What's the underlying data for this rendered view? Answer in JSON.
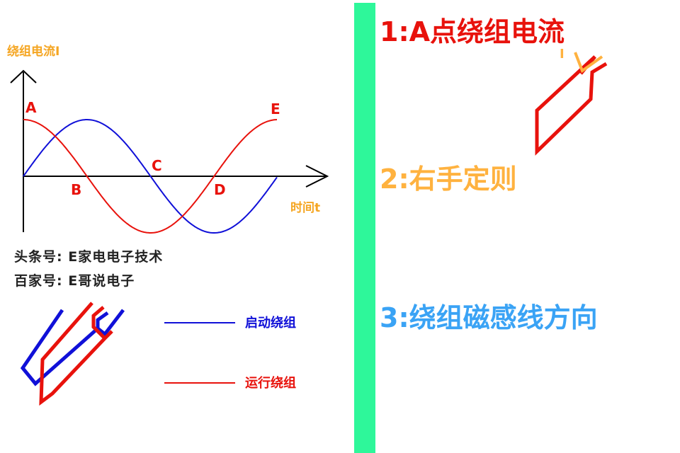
{
  "graph": {
    "ylabel": "绕组电流I",
    "xlabel": "时间t",
    "points": {
      "a": "A",
      "b": "B",
      "c": "C",
      "d": "D",
      "e": "E"
    }
  },
  "credits": {
    "line1": "头条号: E家电电子技术",
    "line2": "百家号: E哥说电子"
  },
  "legend": {
    "blue": "启动绕组",
    "red": "运行绕组"
  },
  "steps": {
    "one": "1:A点绕组电流",
    "two": "2:右手定则",
    "three": "3:绕组磁感线方向"
  },
  "current_mark": "I",
  "colors": {
    "blue": "#1010d8",
    "red": "#e8120c",
    "orange": "#f5a623",
    "green": "#2ef79a",
    "sky": "#3aa3f5"
  }
}
